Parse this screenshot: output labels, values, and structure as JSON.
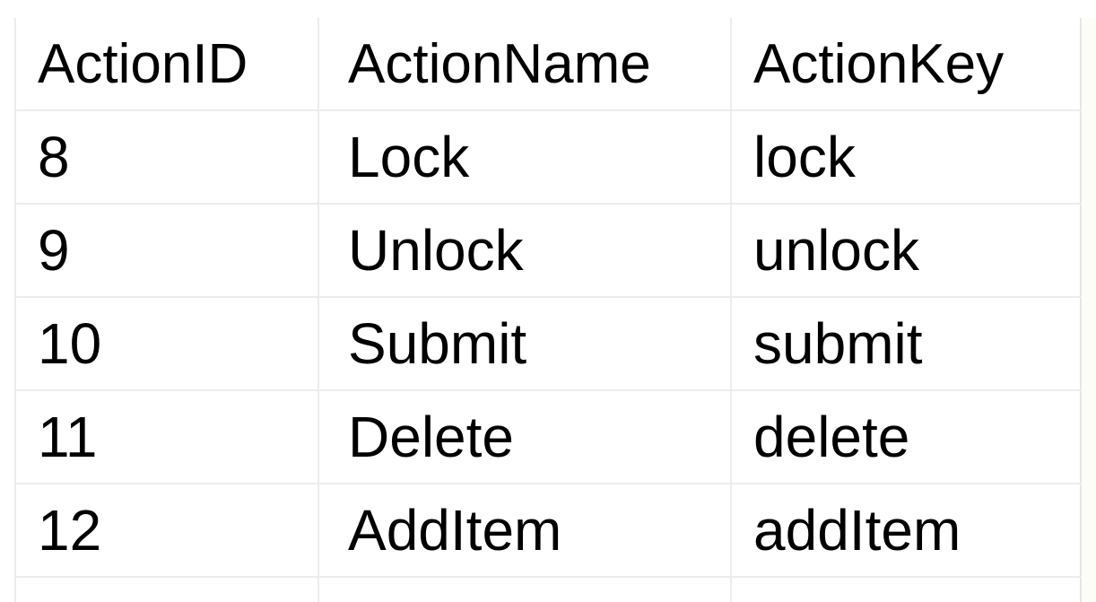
{
  "table": {
    "columns": [
      "ActionID",
      "ActionName",
      "ActionKey"
    ],
    "rows": [
      [
        "8",
        "Lock",
        "lock"
      ],
      [
        "9",
        "Unlock",
        "unlock"
      ],
      [
        "10",
        "Submit",
        "submit"
      ],
      [
        "11",
        "Delete",
        "delete"
      ],
      [
        "12",
        "AddItem",
        "addItem"
      ]
    ]
  }
}
